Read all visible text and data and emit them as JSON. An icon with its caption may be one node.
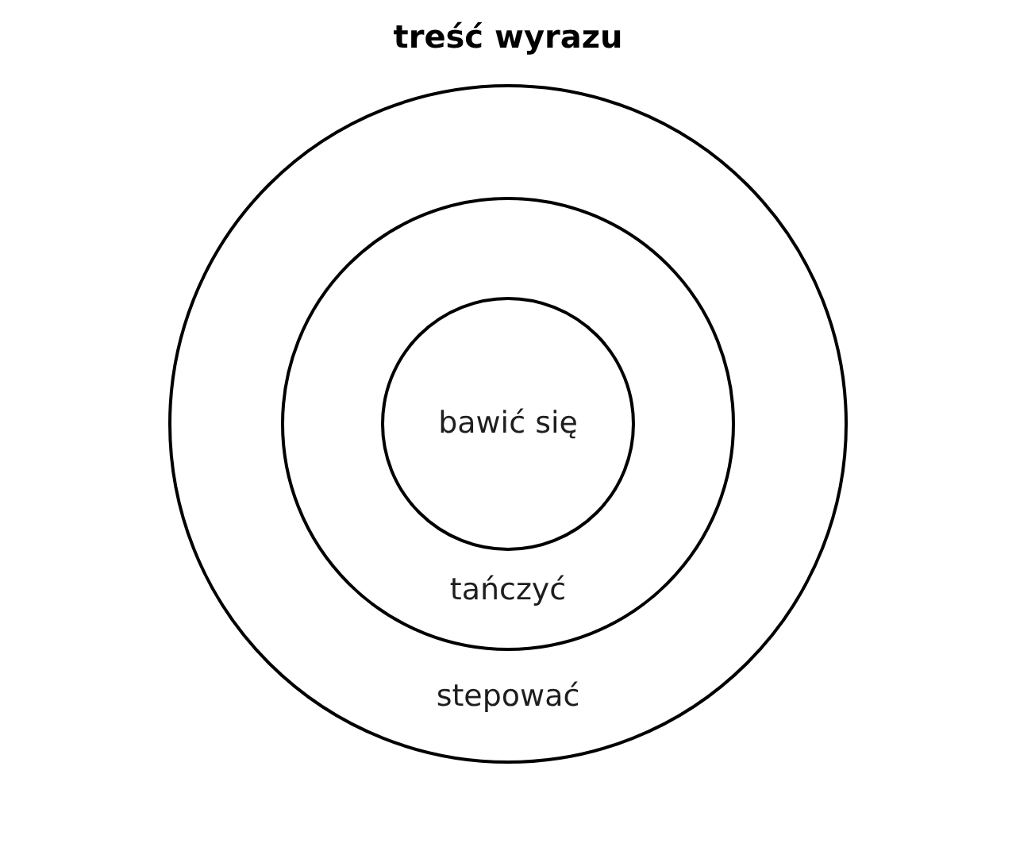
{
  "diagram": {
    "title": "treść wyrazu",
    "nodes": [
      {
        "text": [
          "stepować"
        ]
      },
      {
        "text": [
          "tańczyć"
        ],
        "in": 0
      },
      {
        "text": [
          "bawić się"
        ],
        "in": 1
      }
    ]
  }
}
